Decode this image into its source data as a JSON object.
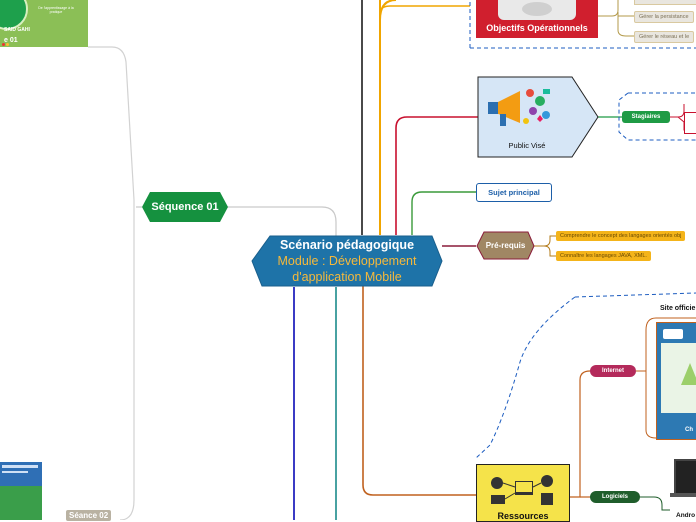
{
  "central": {
    "line1": "Scénario pédagogique",
    "line2": "Module : Développement",
    "line3": "d'application Mobile"
  },
  "sequence": {
    "label": "Séquence 01"
  },
  "left_top_card": {
    "subtitle": "De l'apprentissage à la pratique",
    "author": "SAID GAHI",
    "footer": "e 01"
  },
  "seance2": {
    "label": "Séance 02"
  },
  "objectives": {
    "caption": "Objectifs Opérationnels",
    "items": [
      "Gérer la persistance",
      "Gérer le réseau et le"
    ]
  },
  "public": {
    "caption": "Public Visé",
    "tag": "Stagiaires"
  },
  "subject": {
    "label": "Sujet principal"
  },
  "prereq": {
    "label": "Pré-requis",
    "items": [
      "Comprendre le concept des langages orientés obj",
      "Connaître les langages JAVA, XML."
    ]
  },
  "resources": {
    "caption": "Ressources",
    "internet": "Internet",
    "site_label": "Site officie",
    "card_caption": "Ch",
    "software": "Logiciels",
    "android_label": "Andro"
  },
  "colors": {
    "central": "#1e73a8",
    "central_alt": "#f6b93b",
    "sequence": "#16a34a",
    "objectives": "#d01f2e",
    "prereq": "#a71d3b",
    "internet": "#b42a5b",
    "software": "#1f5d2b",
    "stagiaires": "#1f9b45",
    "subject": "#1d5fa8"
  }
}
